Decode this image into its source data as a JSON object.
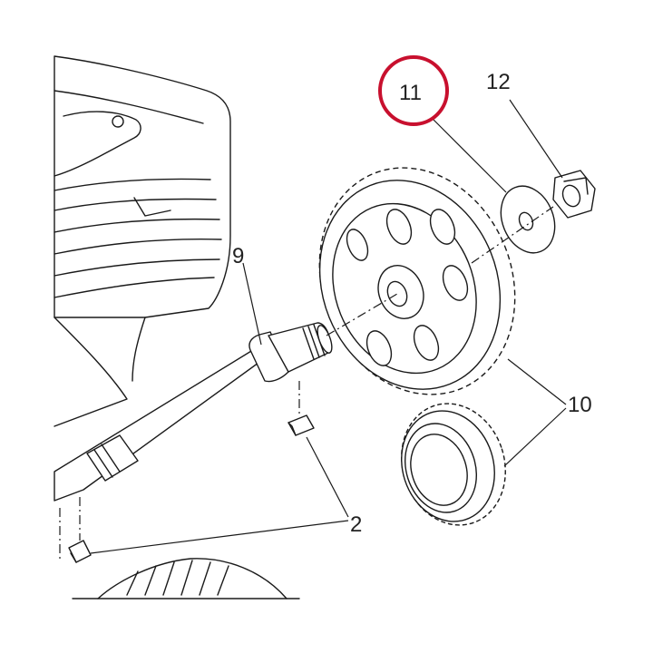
{
  "diagram": {
    "callouts": {
      "c11": "11",
      "c12": "12",
      "c9": "9",
      "c10": "10",
      "c2": "2"
    },
    "highlight_color": "#c8102e",
    "highlighted_callout": "11"
  }
}
